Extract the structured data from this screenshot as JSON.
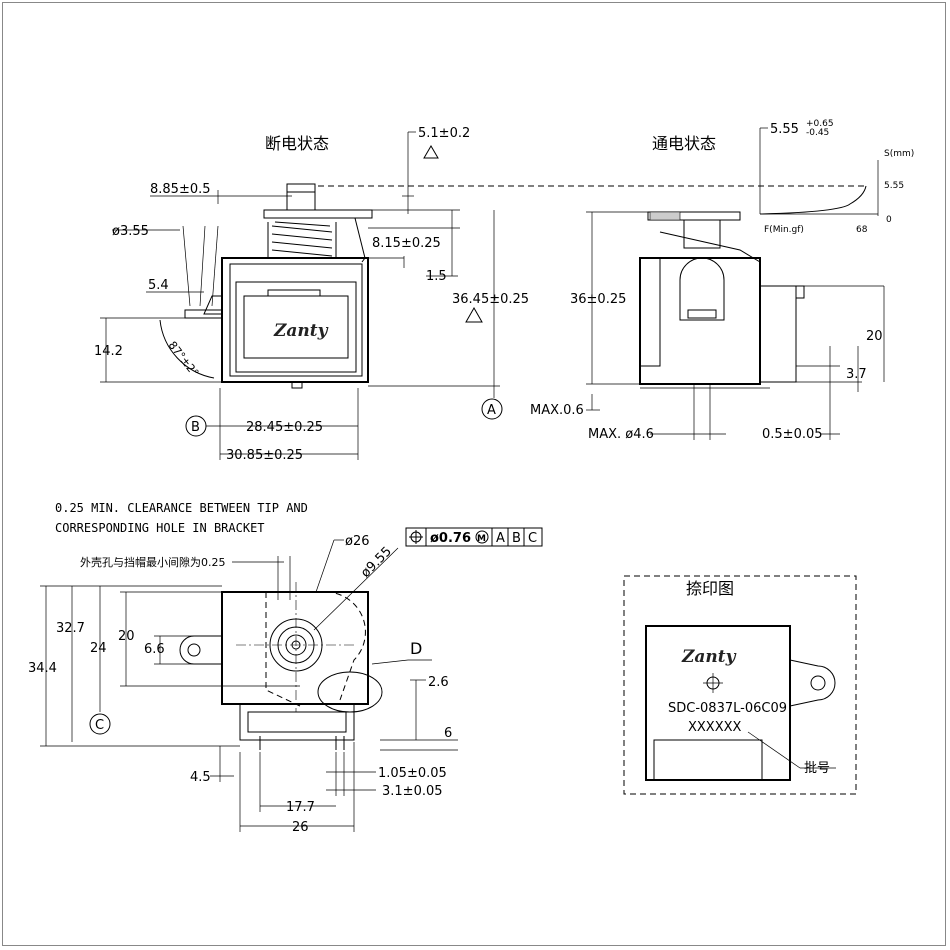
{
  "titles": {
    "off_state": "断电状态",
    "on_state": "通电状态",
    "print_view": "捺印图"
  },
  "dimensions": {
    "d_5_1": "5.1±0.2",
    "d_5_55_base": "5.55",
    "d_5_55_plus": "+0.65",
    "d_5_55_minus": "-0.45",
    "d_8_85": "8.85±0.5",
    "d_phi_3_55": "ø3.55",
    "d_8_15": "8.15±0.25",
    "d_1_5": "1.5",
    "d_5_4": "5.4",
    "d_36_45": "36.45±0.25",
    "d_14_2": "14.2",
    "d_87deg": "87°±2°",
    "d_28_45": "28.45±0.25",
    "d_30_85": "30.85±0.25",
    "d_36": "36±0.25",
    "d_max_0_6": "MAX.0.6",
    "d_max_phi_4_6": "MAX. ø4.6",
    "d_0_5": "0.5±0.05",
    "d_20_right": "20",
    "d_3_7": "3.7",
    "d_phi_26": "ø26",
    "d_phi_9_55": "ø9.55",
    "d_32_7": "32.7",
    "d_34_4": "34.4",
    "d_24": "24",
    "d_20_left": "20",
    "d_6_6": "6.6",
    "d_2_6": "2.6",
    "d_6": "6",
    "d_4_5": "4.5",
    "d_1_05": "1.05±0.05",
    "d_3_1": "3.1±0.05",
    "d_17_7": "17.7",
    "d_26": "26"
  },
  "graph": {
    "y_label": "S(mm)",
    "y_value": "5.55",
    "origin": "0",
    "x_label": "F(Min.gf)",
    "x_value": "68"
  },
  "datums": {
    "a": "A",
    "b": "B",
    "c": "C",
    "d": "D"
  },
  "tolerance_frame": {
    "value": "ø0.76",
    "modifier": "M",
    "datum_1": "A",
    "datum_2": "B",
    "datum_3": "C"
  },
  "notes": {
    "clearance_line1": "0.25 MIN. CLEARANCE BETWEEN TIP AND",
    "clearance_line2": "CORRESPONDING HOLE IN BRACKET",
    "hole_clearance_cn": "外壳孔与挡帽最小间隙为0.25"
  },
  "marking": {
    "brand": "Zanty",
    "model": "SDC-0837L-06C09",
    "batch_code": "XXXXXX",
    "batch_label": "批号"
  }
}
